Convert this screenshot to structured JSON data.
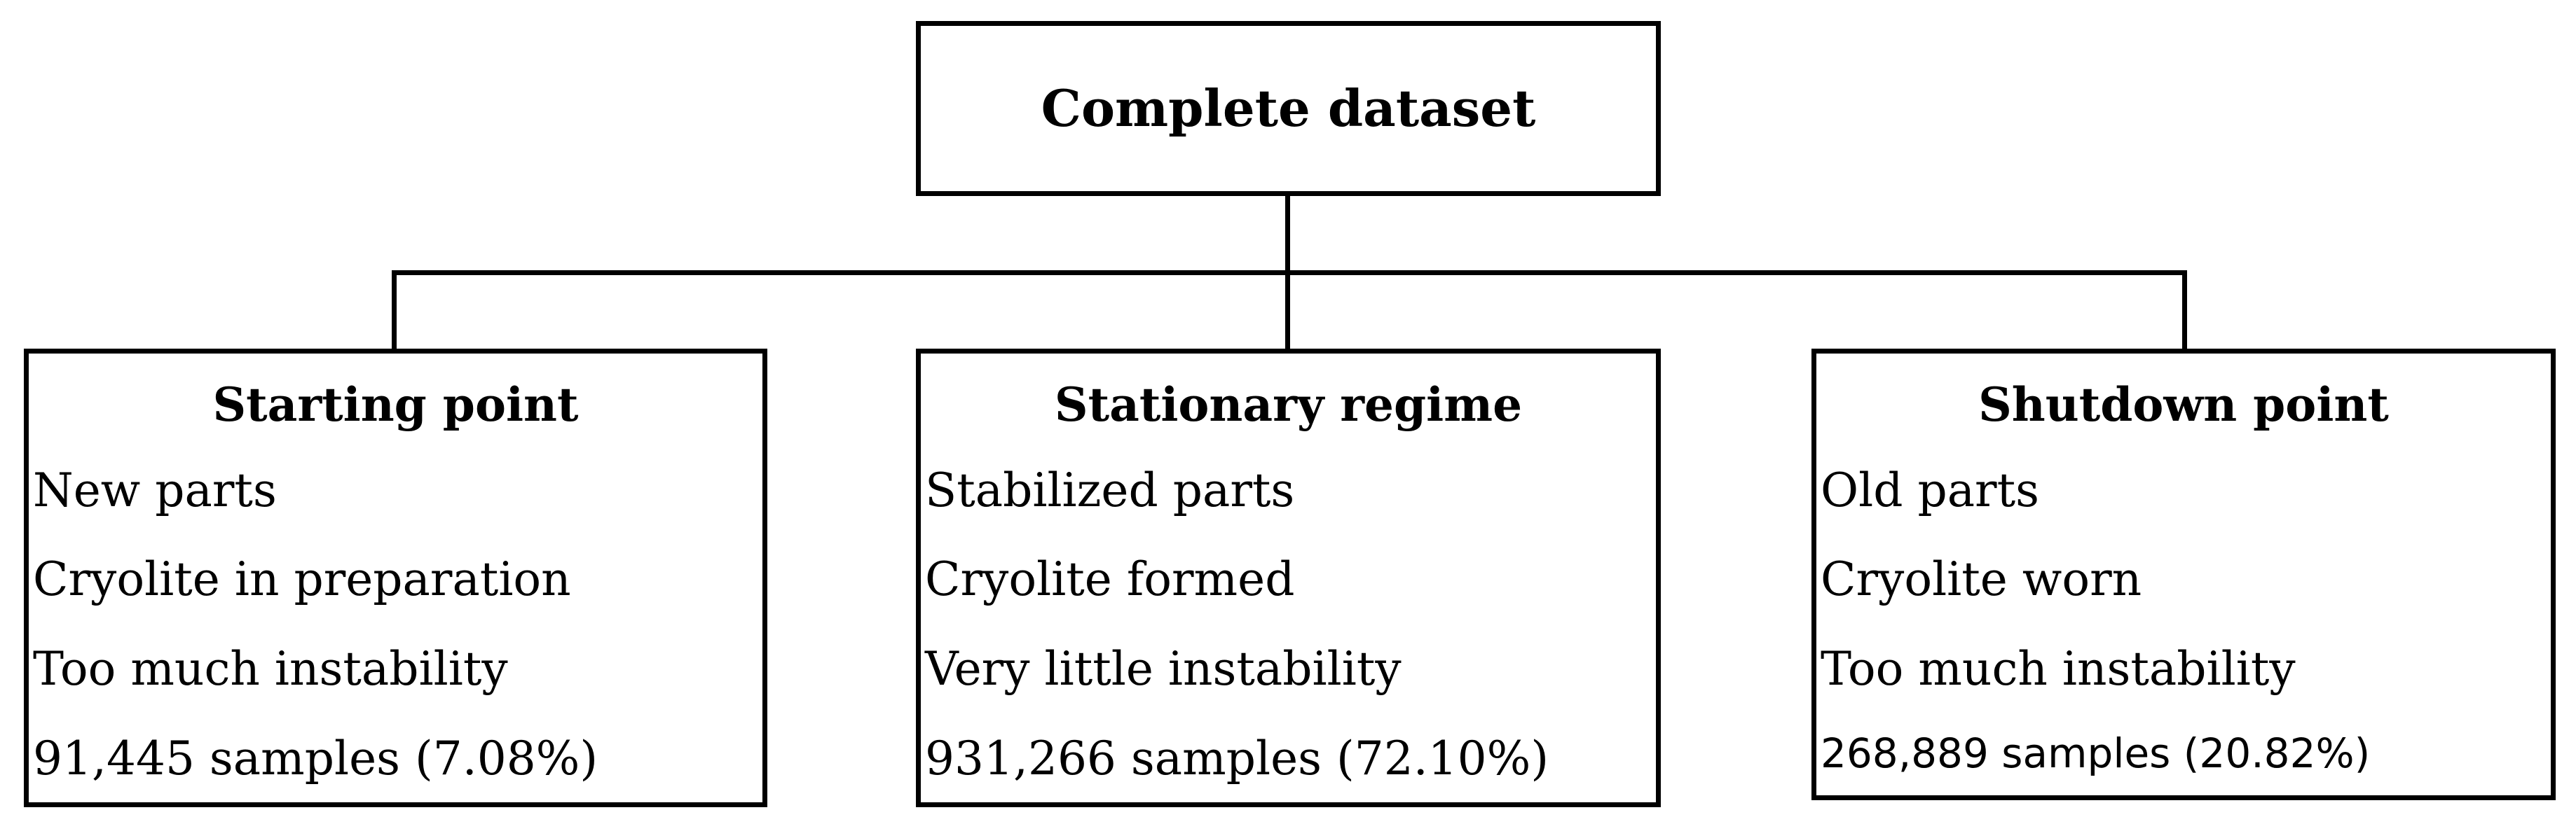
{
  "root": {
    "title": "Complete dataset"
  },
  "children": [
    {
      "title": "Starting point",
      "lines": [
        "New parts",
        "Cryolite in preparation",
        "Too much instability",
        "91,445 samples (7.08%)"
      ]
    },
    {
      "title": "Stationary regime",
      "lines": [
        "Stabilized parts",
        "Cryolite formed",
        "Very little instability",
        "931,266 samples (72.10%)"
      ]
    },
    {
      "title": "Shutdown point",
      "lines": [
        "Old parts",
        "Cryolite worn",
        "Too much instability",
        "268,889 samples (20.82%)"
      ]
    }
  ],
  "colors": {
    "stroke": "#000000",
    "background": "#ffffff"
  }
}
